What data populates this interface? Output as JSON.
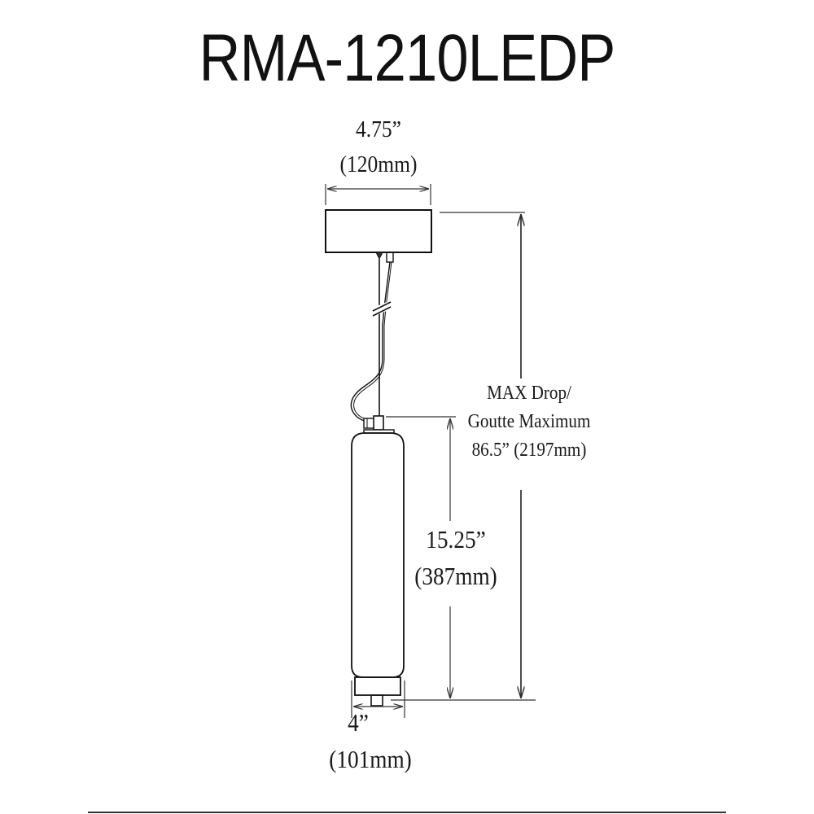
{
  "title": "RMA-1210LEDP",
  "dimensions": {
    "canopy_width": {
      "imperial": "4.75”",
      "metric": "(120mm)"
    },
    "max_drop": {
      "line1": "MAX Drop/",
      "line2": "Goutte Maximum",
      "line3": "86.5” (2197mm)"
    },
    "fixture_height": {
      "imperial": "15.25”",
      "metric": "(387mm)"
    },
    "fixture_width": {
      "imperial": "4”",
      "metric": "(101mm)"
    }
  },
  "colors": {
    "line": "#1a1a1a",
    "dim_line": "#333333",
    "background": "#ffffff"
  }
}
